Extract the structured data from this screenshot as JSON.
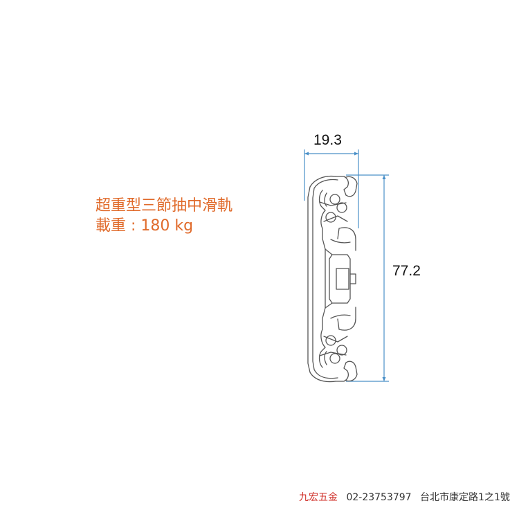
{
  "title": {
    "line1": "超重型三節抽中滑軌",
    "line2": "載重 : 180 kg"
  },
  "dimensions": {
    "width": "19.3",
    "height": "77.2"
  },
  "colors": {
    "accent": "#e06a2a",
    "dimension_line": "#4a90c8",
    "outline": "#555555",
    "brand": "#d0302a"
  },
  "footer": {
    "brand": "九宏五金",
    "phone": "02-23753797",
    "address": "台北市康定路1之1號"
  }
}
